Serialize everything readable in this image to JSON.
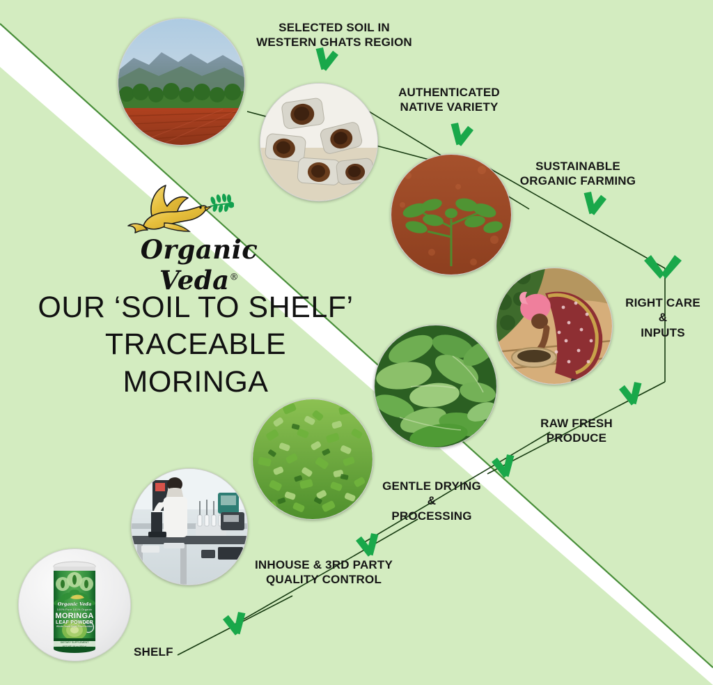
{
  "page": {
    "title": "OUR ‘SOIL TO SHELF’ TRACEABLE MORINGA",
    "background_green": "#d3ecc0",
    "background_white": "#ffffff",
    "path_line_color": "#163a10",
    "arrow_color": "#19a84a",
    "text_color": "#161616"
  },
  "brand": {
    "name": "Organic Veda",
    "registered_mark": "®",
    "logo_icon": "dove-with-olive-branch",
    "bird_color": "#e8c23f",
    "branch_color": "#13a050"
  },
  "headline": {
    "line1": "OUR ‘SOIL TO SHELF’",
    "line2": "TRACEABLE",
    "line3": "MORINGA",
    "full": "OUR ‘SOIL TO SHELF’\nTRACEABLE\nMORINGA"
  },
  "steps": [
    {
      "id": "selected-soil",
      "index": 1,
      "label": "SELECTED SOIL IN\nWESTERN GHATS REGION",
      "image_alt": "Western Ghats mountains above a red-soil field with green tree line",
      "image_name": "western-ghats-field-photo"
    },
    {
      "id": "authenticated-variety",
      "index": 2,
      "label": "AUTHENTICATED\nNATIVE VARIETY",
      "image_alt": "Close up of moringa seeds with pale husks and dark brown kernels",
      "image_name": "moringa-seeds-photo"
    },
    {
      "id": "sustainable-farming",
      "index": 3,
      "label": "SUSTAINABLE\nORGANIC FARMING",
      "image_alt": "Young moringa seedling growing in red laterite soil",
      "image_name": "moringa-seedling-photo"
    },
    {
      "id": "right-care-inputs",
      "index": 4,
      "label": "RIGHT CARE\n&\nINPUTS",
      "image_alt": "Woman farmer in maroon sari and pink headscarf applying organic inputs from a pan",
      "image_name": "farmer-applying-inputs-photo"
    },
    {
      "id": "raw-fresh-produce",
      "index": 5,
      "label": "RAW FRESH\nPRODUCE",
      "image_alt": "Freshly harvested green moringa leaves",
      "image_name": "fresh-moringa-leaves-photo"
    },
    {
      "id": "gentle-drying",
      "index": 6,
      "label": "GENTLE DRYING\n&\nPROCESSING",
      "image_alt": "Gently dried moringa leaf flakes",
      "image_name": "dried-leaf-flakes-photo"
    },
    {
      "id": "quality-control",
      "index": 7,
      "label": "INHOUSE & 3RD PARTY\nQUALITY CONTROL",
      "image_alt": "Laboratory technician in white coat testing samples at a lab bench",
      "image_name": "quality-control-lab-photo"
    },
    {
      "id": "shelf",
      "index": 8,
      "label": "SHELF",
      "image_alt": "Finished Organic Veda Moringa Leaf Powder canister",
      "image_name": "moringa-powder-canister-photo"
    }
  ],
  "product": {
    "brand": "Organic Veda",
    "claims": "100% Pure   100% Organic",
    "name": "MORINGA",
    "subname": "LEAF POWDER",
    "tagline": "Whole Green Super Food Nutrition",
    "supplement_line": "DIETARY SUPPLEMENT",
    "net_weight": "NET WT. 16 oz (454 g)",
    "seal": "USDA ORGANIC"
  },
  "arrows": [
    {
      "id": "arrow-1",
      "after_step": "selected-soil",
      "direction": "down-right"
    },
    {
      "id": "arrow-2",
      "after_step": "authenticated-variety",
      "direction": "down-right"
    },
    {
      "id": "arrow-3",
      "after_step": "sustainable-farming",
      "direction": "down-right"
    },
    {
      "id": "arrow-4",
      "after_step": "right-care-inputs",
      "direction": "down"
    },
    {
      "id": "arrow-5",
      "after_step": "raw-fresh-produce",
      "direction": "down-left"
    },
    {
      "id": "arrow-6",
      "after_step": "gentle-drying",
      "direction": "down-left"
    },
    {
      "id": "arrow-7",
      "after_step": "quality-control",
      "direction": "down-left"
    },
    {
      "id": "arrow-8",
      "after_step": "shelf",
      "direction": "down-left"
    }
  ]
}
